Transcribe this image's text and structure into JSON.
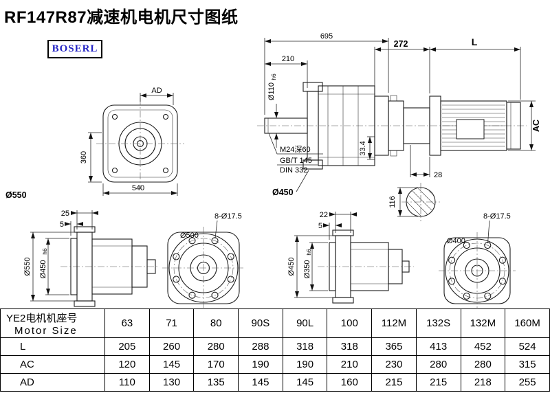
{
  "title": "RF147R87减速机电机尺寸图纸",
  "logo": "BOSERL",
  "views": {
    "front": {
      "dim_ad": "AD",
      "dim_360": "360",
      "dim_540": "540",
      "label_od": "Ø550"
    },
    "side": {
      "dim_695": "695",
      "dim_210": "210",
      "shaft_dia": "Ø110",
      "shaft_tol": "h6",
      "tap_note": "M24深60",
      "std1": "GB/T 145",
      "std2": "DIN 332",
      "dim_334": "33.4",
      "label_flange": "Ø450"
    },
    "motor": {
      "dim_272": "272",
      "dim_l": "L",
      "dim_ac": "AC",
      "dim_28": "28",
      "dim_116": "116"
    },
    "flange_a_side": {
      "dim_25": "25",
      "dim_5": "5",
      "od": "Ø550",
      "spigot": "Ø450",
      "spigot_tol": "h6"
    },
    "flange_a_front": {
      "holes": "8-Ø17.5",
      "bolt_circle": "Ø500"
    },
    "flange_b_side": {
      "dim_22": "22",
      "dim_5": "5",
      "od": "Ø450",
      "spigot": "Ø350",
      "spigot_tol": "h6"
    },
    "flange_b_front": {
      "holes": "8-Ø17.5",
      "bolt_circle": "Ø400"
    }
  },
  "table": {
    "header_line1": "YE2电机机座号",
    "header_line2": "Motor Size",
    "sizes": [
      "63",
      "71",
      "80",
      "90S",
      "90L",
      "100",
      "112M",
      "132S",
      "132M",
      "160M"
    ],
    "rows": [
      {
        "label": "L",
        "values": [
          "205",
          "260",
          "280",
          "288",
          "318",
          "318",
          "365",
          "413",
          "452",
          "524"
        ]
      },
      {
        "label": "AC",
        "values": [
          "120",
          "145",
          "170",
          "190",
          "190",
          "210",
          "230",
          "280",
          "280",
          "315"
        ]
      },
      {
        "label": "AD",
        "values": [
          "110",
          "130",
          "135",
          "145",
          "145",
          "160",
          "215",
          "215",
          "218",
          "255"
        ]
      }
    ]
  }
}
